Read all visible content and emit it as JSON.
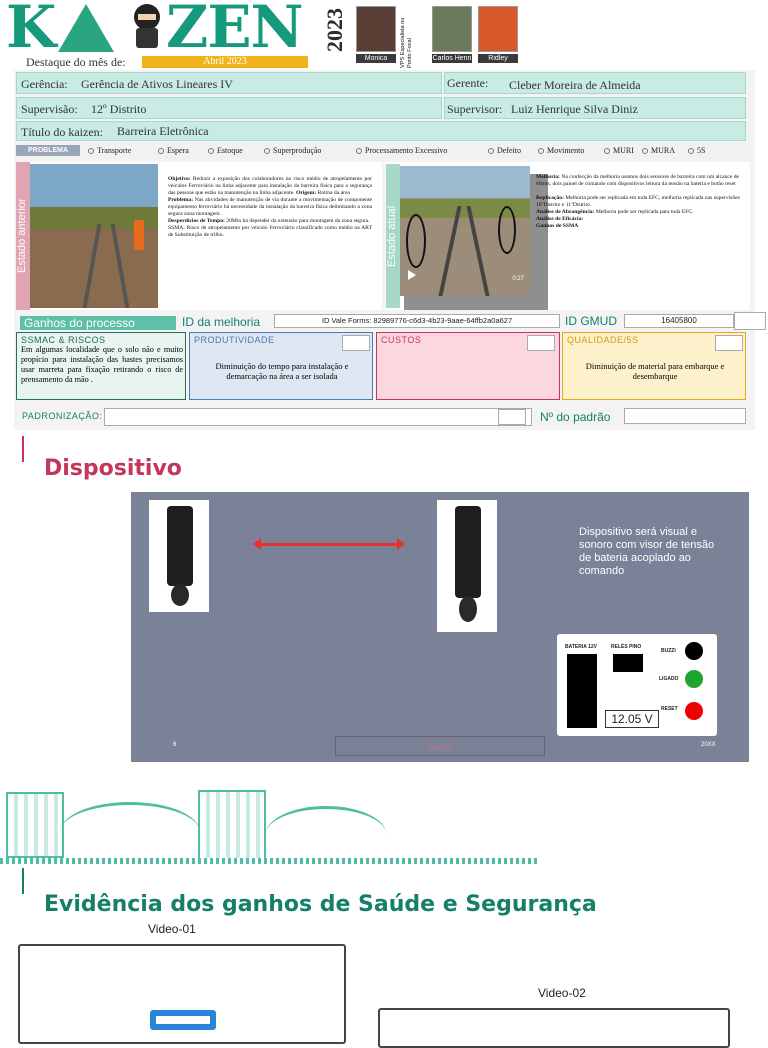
{
  "header": {
    "logo_letters": "KAIZEN",
    "year": "2023",
    "destaque_label": "Destaque do mês de:",
    "destaque_value": "Abril 2023",
    "people": [
      {
        "name": "Monica"
      },
      {
        "name": "Carlos Henri"
      },
      {
        "name": "Ridley"
      }
    ],
    "vps_label": "VPS Especialista ou Ponto Focal"
  },
  "form": {
    "gerencia_label": "Gerência:",
    "gerencia_value": "Gerência de Ativos Lineares IV",
    "gerente_label": "Gerente:",
    "gerente_value": "Cleber Moreira de Almeida",
    "supervisao_label": "Supervisão:",
    "supervisao_value": "12º Distrito",
    "supervisor_label": "Supervisor:",
    "supervisor_value": "Luiz Henrique Silva Diniz",
    "titulo_label": "Título do kaizen:",
    "titulo_value": "Barreira Eletrônica"
  },
  "problema": {
    "tag": "PROBLEMA",
    "options": [
      "Transporte",
      "Espera",
      "Estoque",
      "Superprodução",
      "Processamento Excessivo",
      "Defeito",
      "Movimento",
      "MURI",
      "MURA",
      "5S"
    ]
  },
  "estado_anterior": {
    "label": "Estado anterior",
    "objetivo_label": "Objetivo:",
    "objetivo": "Reduzir a exposição dos colaboradores no risco médio de atropelamento por veículos Ferroviário na linha adjacente para instalação da barreira física para a segurança das pessoas que estão na manutenção na linha adjacente.",
    "origem_label": "Origem:",
    "origem": "Rotina da área",
    "problema_label": "Problema:",
    "problema": "Nas atividades de manutenção de via durante a movimentação de componente equipamento ferroviário há necessidade da instalação da barreira física delimitando a zona segura zona montagem.",
    "desperdicios_label": "Desperdícios de Tempo:",
    "desperdicios": "20Min há depender da extensão para montagem da zona segura.",
    "ssma": "SSMA: Risco de atropelamento por veículo Ferroviário classificado como médio na ART de Substituição de trilho."
  },
  "estado_atual": {
    "label": "Estado atual",
    "video_time": "0:27",
    "melhoria_label": "Melhoria:",
    "melhoria": "Na confecção da melhoria usamos dois sensores de barreira com um alcance de 60mts, dois painel de comando com dispositivos leitura da tensão na bateria e botão reset",
    "replicacao_label": "Replicação:",
    "replicacao": "Melhoria pode ser replicada em toda EFC, melhoria replicada nas supervisões 10ºDistrito e 11ºDistrito .",
    "abrangencia_label": "Análise de Abrangência:",
    "abrangencia": "Melhoria pode ser replicada para toda EFC.",
    "eficacia_label": "Análise de Eficácia:",
    "ganhos_label": "Ganhos de SSMA"
  },
  "ganhos": {
    "label": "Ganhos do processo",
    "id_melhoria_label": "ID da melhoria",
    "id_melhoria_value": "ID Vale Forms: 82989776-c6d3-4b23-9aae-64ffb2a0a627",
    "id_gmud_label": "ID GMUD",
    "id_gmud_value": "16405800"
  },
  "boxes": {
    "ssmac_title": "SSMAC & RISCOS",
    "ssmac_text": "Em algumas localidade que o solo não e muito propício para instalação das hastes precisamos usar marreta para fixação retirando o risco de prensamento da mão .",
    "produtividade_title": "PRODUTIVIDADE",
    "produtividade_text": "Diminuição do tempo para instalação e demarcação na área a ser isolada",
    "custos_title": "CUSTOS",
    "qualidade_title": "QUALIDADE/5S",
    "qualidade_text": "Diminuição de material para embarque e desembarque",
    "padronizacao_label": "PADRONIZAÇÃO:",
    "num_padrao_label": "Nº do padrão"
  },
  "dispositivo": {
    "title": "Dispositivo",
    "description": "Dispositivo será visual e sonoro com visor de tensão de bateria acoplado ao comando",
    "panel": {
      "bateria_label": "BATERIA 12V",
      "reles_label": "RELÉS PINO",
      "buzzer_label": "BUZZI",
      "ligado_label": "LIGADO",
      "reset_label": "RESET",
      "voltage": "12.05 V"
    },
    "footer_left": "6",
    "footer_center": "VIDEO",
    "footer_right": "20XX"
  },
  "evidencia": {
    "title": "Evidência dos ganhos de Saúde e Segurança",
    "video1_label": "Video-01",
    "video2_label": "Video-02"
  },
  "colors": {
    "teal": "#159b7c",
    "crimson": "#c4365a",
    "yellow": "#f1b31c",
    "slate": "#7b8196"
  }
}
